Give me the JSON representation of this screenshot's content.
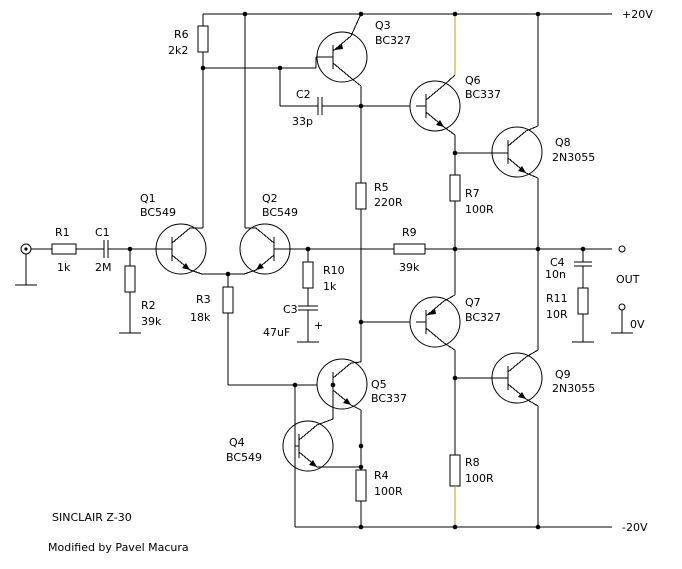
{
  "supply": {
    "positive": "+20V",
    "negative": "-20V",
    "rail_color": "#c8a000"
  },
  "output": {
    "label": "OUT",
    "ground": "0V"
  },
  "credits": {
    "title": "SINCLAIR  Z-30",
    "author": "Modified by Pavel Macura"
  },
  "resistors": {
    "r1": {
      "ref": "R1",
      "value": "1k"
    },
    "r2": {
      "ref": "R2",
      "value": "39k"
    },
    "r3": {
      "ref": "R3",
      "value": "18k"
    },
    "r4": {
      "ref": "R4",
      "value": "100R"
    },
    "r5": {
      "ref": "R5",
      "value": "220R"
    },
    "r6": {
      "ref": "R6",
      "value": "2k2"
    },
    "r7": {
      "ref": "R7",
      "value": "100R"
    },
    "r8": {
      "ref": "R8",
      "value": "100R"
    },
    "r9": {
      "ref": "R9",
      "value": "39k"
    },
    "r10": {
      "ref": "R10",
      "value": "1k"
    },
    "r11": {
      "ref": "R11",
      "value": "10R"
    }
  },
  "capacitors": {
    "c1": {
      "ref": "C1",
      "value": "2M"
    },
    "c2": {
      "ref": "C2",
      "value": "33p"
    },
    "c3": {
      "ref": "C3",
      "value": "47uF"
    },
    "c4": {
      "ref": "C4",
      "value": "10n"
    }
  },
  "transistors": {
    "q1": {
      "ref": "Q1",
      "type": "BC549"
    },
    "q2": {
      "ref": "Q2",
      "type": "BC549"
    },
    "q3": {
      "ref": "Q3",
      "type": "BC327"
    },
    "q4": {
      "ref": "Q4",
      "type": "BC549"
    },
    "q5": {
      "ref": "Q5",
      "type": "BC337"
    },
    "q6": {
      "ref": "Q6",
      "type": "BC337"
    },
    "q7": {
      "ref": "Q7",
      "type": "BC327"
    },
    "q8": {
      "ref": "Q8",
      "type": "2N3055"
    },
    "q9": {
      "ref": "Q9",
      "type": "2N3055"
    }
  },
  "symbols": {
    "polarity": "+"
  }
}
